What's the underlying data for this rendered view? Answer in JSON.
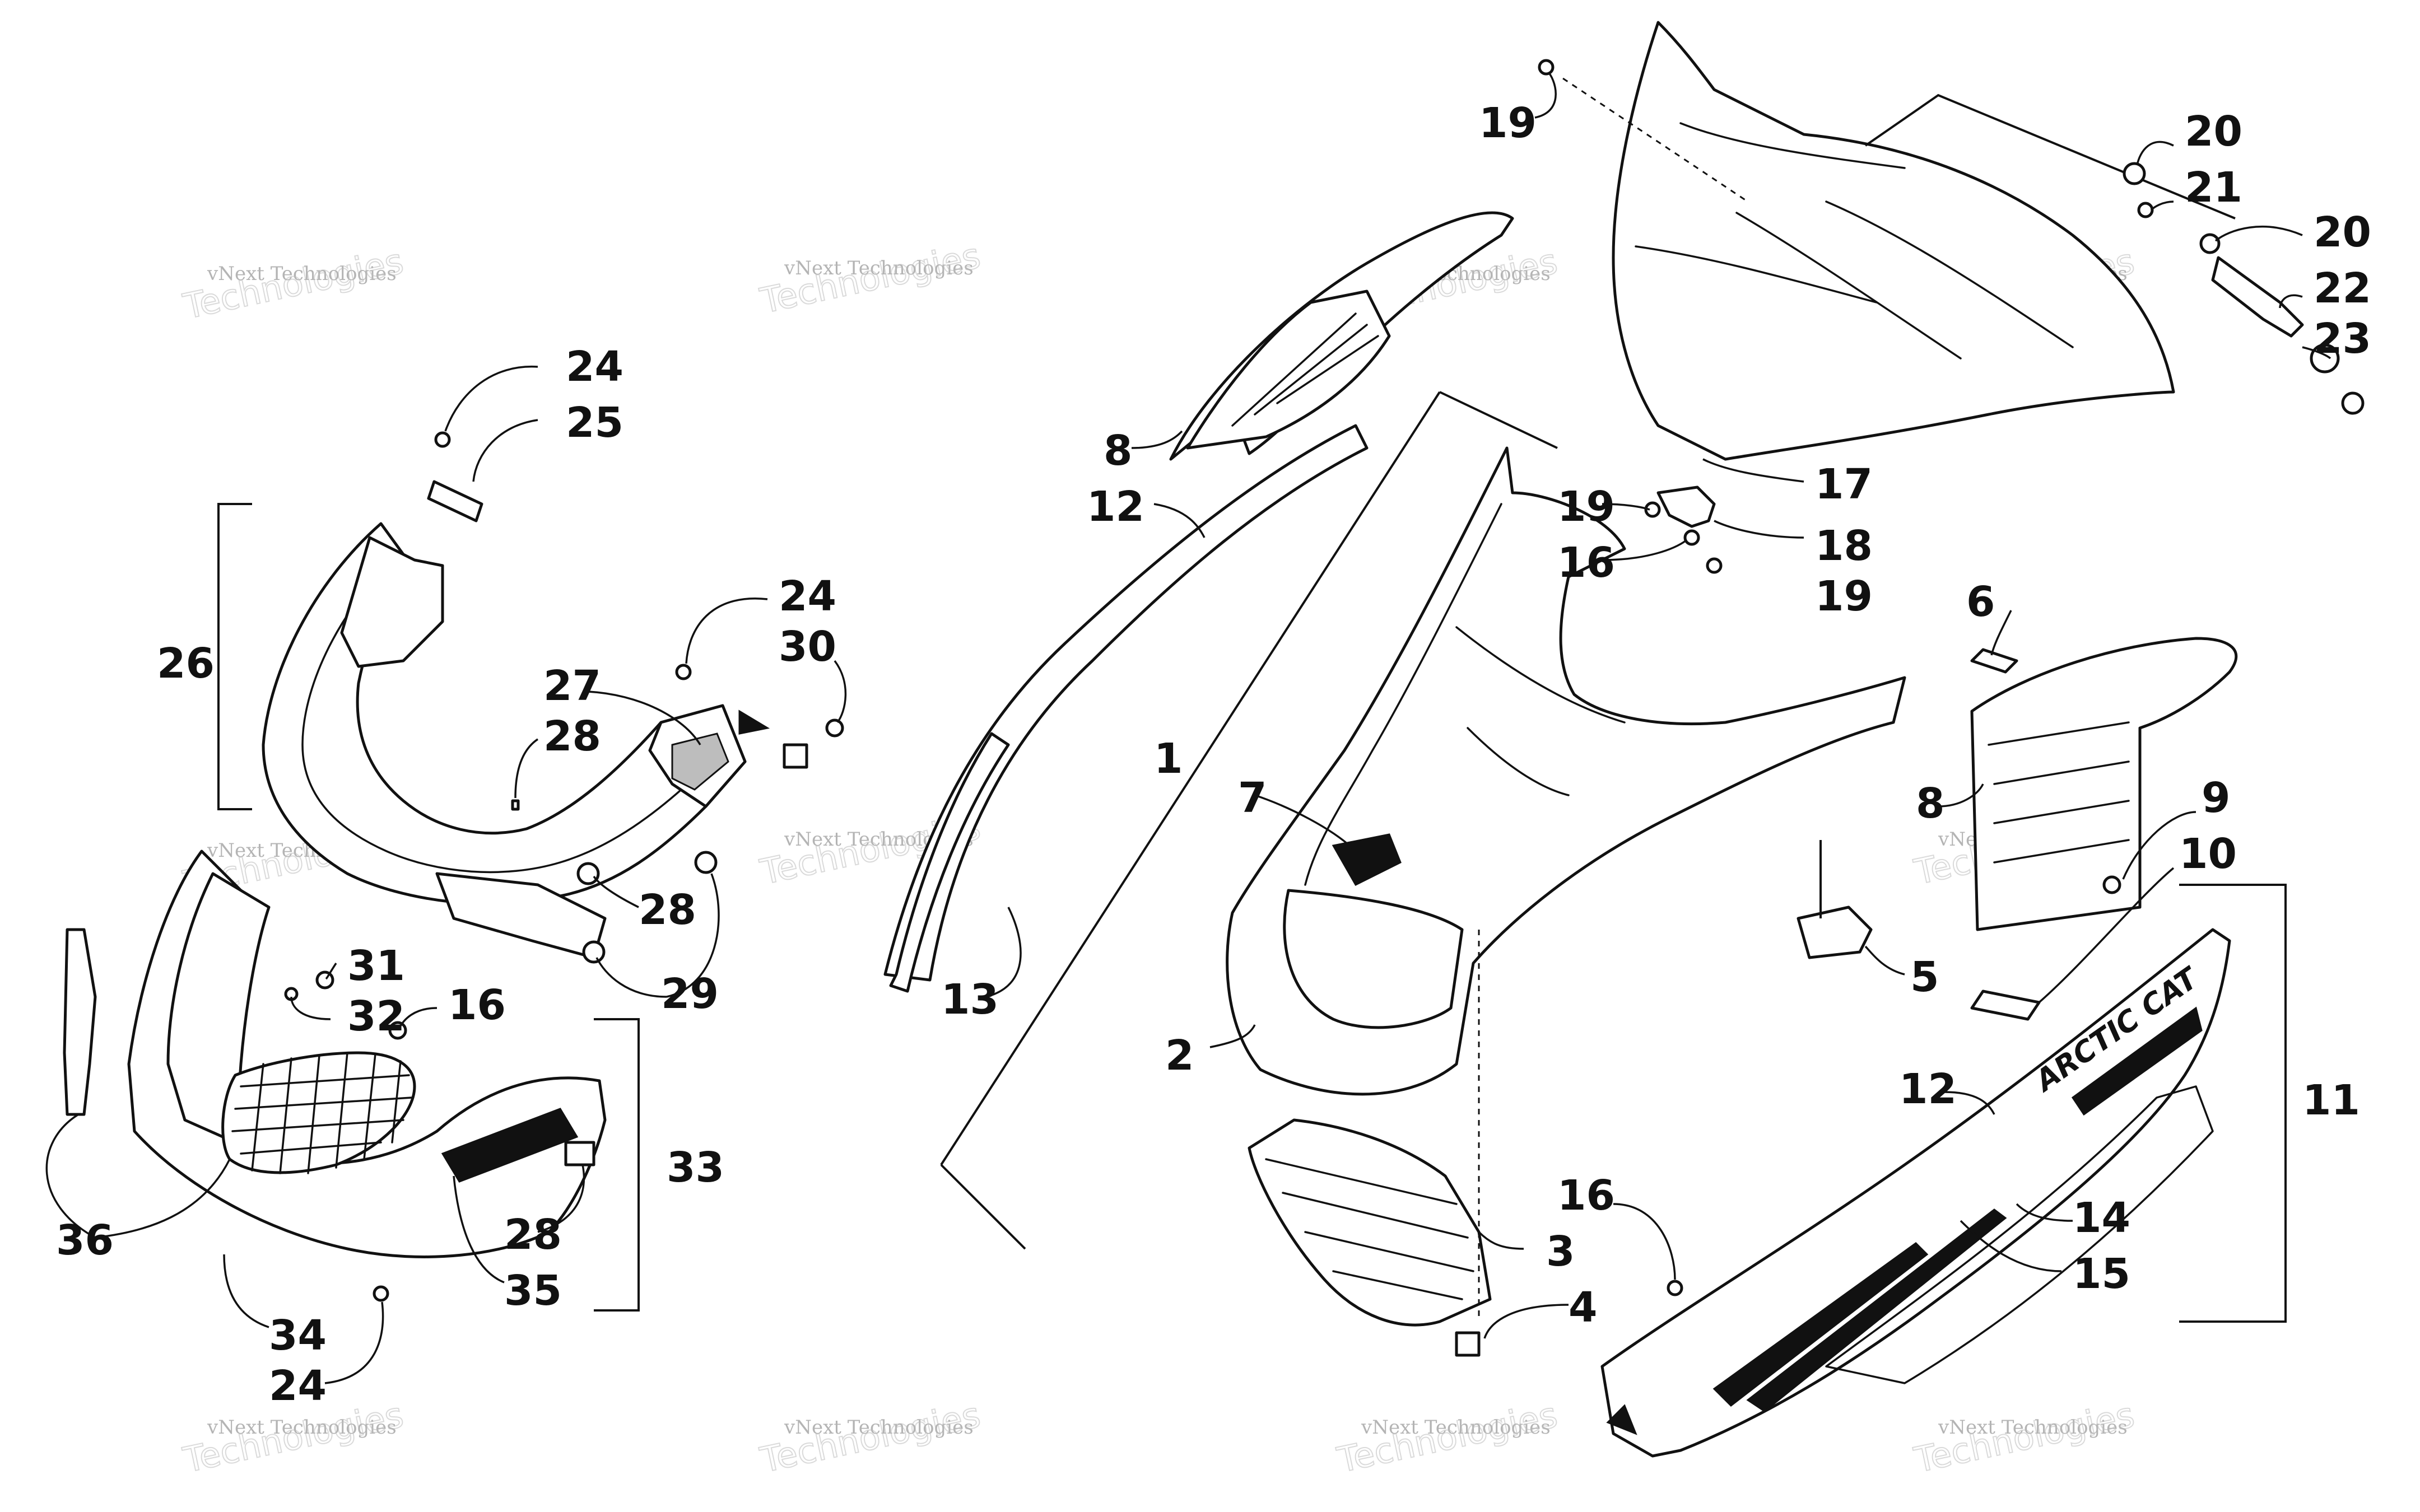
{
  "diagram": {
    "callouts": [
      {
        "id": "c24a",
        "label": "24"
      },
      {
        "id": "c25",
        "label": "25"
      },
      {
        "id": "c26",
        "label": "26"
      },
      {
        "id": "c24b",
        "label": "24"
      },
      {
        "id": "c30",
        "label": "30"
      },
      {
        "id": "c27",
        "label": "27"
      },
      {
        "id": "c28a",
        "label": "28"
      },
      {
        "id": "c28b",
        "label": "28"
      },
      {
        "id": "c29",
        "label": "29"
      },
      {
        "id": "c31",
        "label": "31"
      },
      {
        "id": "c32",
        "label": "32"
      },
      {
        "id": "c16a",
        "label": "16"
      },
      {
        "id": "c33",
        "label": "33"
      },
      {
        "id": "c36",
        "label": "36"
      },
      {
        "id": "c28c",
        "label": "28"
      },
      {
        "id": "c35",
        "label": "35"
      },
      {
        "id": "c34",
        "label": "34"
      },
      {
        "id": "c24c",
        "label": "24"
      },
      {
        "id": "c8a",
        "label": "8"
      },
      {
        "id": "c12a",
        "label": "12"
      },
      {
        "id": "c13",
        "label": "13"
      },
      {
        "id": "c1",
        "label": "1"
      },
      {
        "id": "c7",
        "label": "7"
      },
      {
        "id": "c2",
        "label": "2"
      },
      {
        "id": "c3",
        "label": "3"
      },
      {
        "id": "c4",
        "label": "4"
      },
      {
        "id": "c19a",
        "label": "19"
      },
      {
        "id": "c19b",
        "label": "19"
      },
      {
        "id": "c16b",
        "label": "16"
      },
      {
        "id": "c18",
        "label": "18"
      },
      {
        "id": "c19c",
        "label": "19"
      },
      {
        "id": "c17",
        "label": "17"
      },
      {
        "id": "c20a",
        "label": "20"
      },
      {
        "id": "c21",
        "label": "21"
      },
      {
        "id": "c20b",
        "label": "20"
      },
      {
        "id": "c22",
        "label": "22"
      },
      {
        "id": "c23",
        "label": "23"
      },
      {
        "id": "c6",
        "label": "6"
      },
      {
        "id": "c8b",
        "label": "8"
      },
      {
        "id": "c9",
        "label": "9"
      },
      {
        "id": "c10",
        "label": "10"
      },
      {
        "id": "c5",
        "label": "5"
      },
      {
        "id": "c11",
        "label": "11"
      },
      {
        "id": "c12b",
        "label": "12"
      },
      {
        "id": "c14",
        "label": "14"
      },
      {
        "id": "c15",
        "label": "15"
      },
      {
        "id": "c16c",
        "label": "16"
      }
    ],
    "decal_text": "ARCTIC CAT",
    "watermark": {
      "line1": "vNext Technologies",
      "line2": "vNext",
      "line3": "Technologies"
    }
  }
}
